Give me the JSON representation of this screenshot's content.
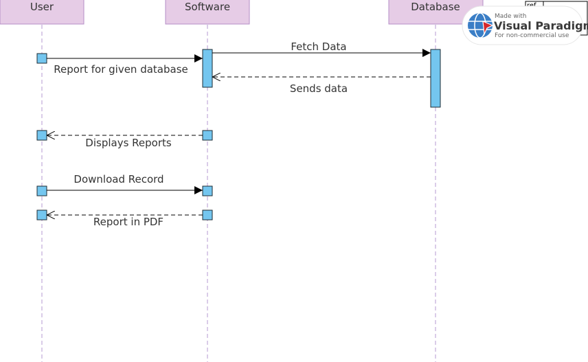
{
  "diagram": {
    "type": "sequence",
    "lifelines": [
      {
        "id": "user",
        "name": "User"
      },
      {
        "id": "software",
        "name": "Software"
      },
      {
        "id": "database",
        "name": "Database"
      }
    ],
    "messages": [
      {
        "from": "user",
        "to": "software",
        "kind": "sync",
        "label": "Report for given database"
      },
      {
        "from": "software",
        "to": "database",
        "kind": "sync",
        "label": "Fetch Data"
      },
      {
        "from": "database",
        "to": "software",
        "kind": "return",
        "label": "Sends data"
      },
      {
        "from": "software",
        "to": "user",
        "kind": "return",
        "label": "Displays Reports"
      },
      {
        "from": "user",
        "to": "software",
        "kind": "sync",
        "label": "Download Record"
      },
      {
        "from": "software",
        "to": "user",
        "kind": "return",
        "label": "Report in PDF"
      }
    ],
    "ref_frame": {
      "label": "ref"
    },
    "colors": {
      "lifeline_fill": "#e6cce6",
      "lifeline_border": "#b48ec7",
      "activation_fill": "#74c6ef",
      "lifeline_dash": "#b59ad0"
    }
  },
  "watermark": {
    "line1": "Made with",
    "brand": "Visual Paradigm",
    "line2": "For non-commercial use",
    "icon": "visual-paradigm-globe-logo"
  }
}
